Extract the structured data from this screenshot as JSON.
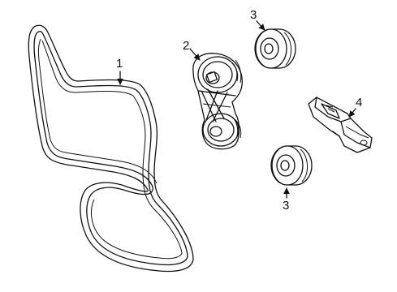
{
  "diagram": {
    "parts": [
      {
        "callout": "1",
        "part": "serpentine-belt"
      },
      {
        "callout": "2",
        "part": "belt-tensioner"
      },
      {
        "callout": "3",
        "part": "idler-pulley-upper"
      },
      {
        "callout": "3",
        "part": "idler-pulley-lower"
      },
      {
        "callout": "4",
        "part": "tensioner-bracket"
      }
    ]
  }
}
